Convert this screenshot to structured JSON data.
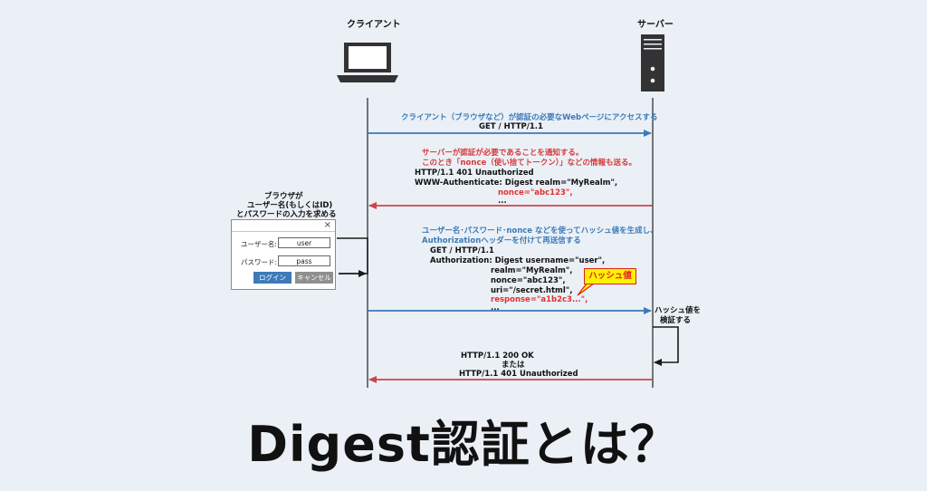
{
  "entities": {
    "client": "クライアント",
    "server": "サーバー"
  },
  "msg1": {
    "desc": "クライアント（ブラウザなど）が認証の必要なWebページにアクセスする",
    "request": "GET / HTTP/1.1"
  },
  "msg2": {
    "desc_line1": "サーバーが認証が必要であることを通知する。",
    "desc_line2": "このとき「nonce（使い捨てトークン）」などの情報も送る。",
    "status": "HTTP/1.1 401 Unauthorized",
    "header": "WWW-Authenticate: Digest realm=\"MyRealm\",",
    "nonce": "nonce=\"abc123\",",
    "ellipsis": "..."
  },
  "browser_note": {
    "line1": "ブラウザが",
    "line2": "ユーザー名(もしくはID)",
    "line3": "とパスワードの入力を求める"
  },
  "dialog": {
    "close": "×",
    "user_label": "ユーザー名:",
    "user_value": "user",
    "pass_label": "パスワード:",
    "pass_value": "pass",
    "login_button": "ログイン",
    "cancel_button": "キャンセル"
  },
  "msg3": {
    "desc_line1": "ユーザー名･パスワード･nonce などを使ってハッシュ値を生成し、",
    "desc_line2": "Authorizationヘッダーを付けて再送信する",
    "request": "GET / HTTP/1.1",
    "header": "Authorization: Digest username=\"user\",",
    "realm": "realm=\"MyRealm\",",
    "nonce": "nonce=\"abc123\",",
    "uri": "uri=\"/secret.html\",",
    "response": "response=\"a1b2c3...\",",
    "ellipsis": "..."
  },
  "callout": "ハッシュ値",
  "server_note": {
    "line1": "ハッシュ値を",
    "line2": "検証する"
  },
  "msg4": {
    "line1": "HTTP/1.1 200 OK",
    "line2": "または",
    "line3": "HTTP/1.1 401 Unauthorized"
  },
  "title": "Digest認証とは？",
  "colors": {
    "blue_arrow": "#3d7ab8",
    "red_arrow": "#c9464b",
    "dark_arrow": "#1a1a1a",
    "callout_fill": "#fff200",
    "callout_text": "#e02020",
    "background": "#eaf0f6"
  },
  "icons": {
    "client": "laptop-icon",
    "server": "server-tower-icon"
  }
}
